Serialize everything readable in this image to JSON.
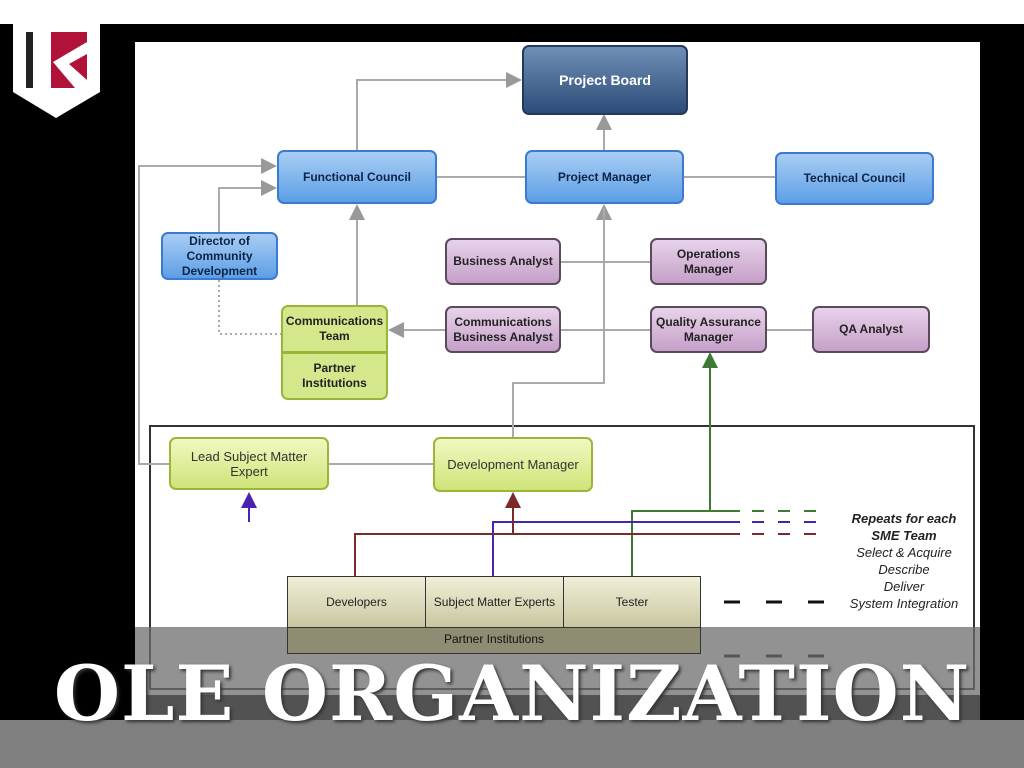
{
  "slide_title": "OLE ORGANIZATION",
  "logo": {
    "letter": "K",
    "accent": "#b0123a"
  },
  "nodes": {
    "project_board": "Project Board",
    "functional_council": "Functional Council",
    "project_manager": "Project Manager",
    "technical_council": "Technical Council",
    "director": "Director of Community Development",
    "business_analyst": "Business Analyst",
    "operations_manager": "Operations Manager",
    "communications_team": "Communications Team",
    "partner_institutions_top": "Partner Institutions",
    "comm_business_analyst": "Communications Business Analyst",
    "qa_manager": "Quality Assurance Manager",
    "qa_analyst": "QA Analyst",
    "lead_sme": "Lead Subject Matter Expert",
    "development_manager": "Development Manager"
  },
  "team_table": {
    "cells": [
      "Developers",
      "Subject Matter Experts",
      "Tester"
    ],
    "footer": "Partner Institutions"
  },
  "legend": {
    "heading1": "Repeats for each",
    "heading2": "SME Team",
    "items": [
      "Select & Acquire",
      "Describe",
      "Deliver",
      "System Integration"
    ]
  },
  "colors": {
    "green_line": "#3f7a35",
    "purple_line": "#4a22b0",
    "red_line": "#7a2a2a"
  }
}
